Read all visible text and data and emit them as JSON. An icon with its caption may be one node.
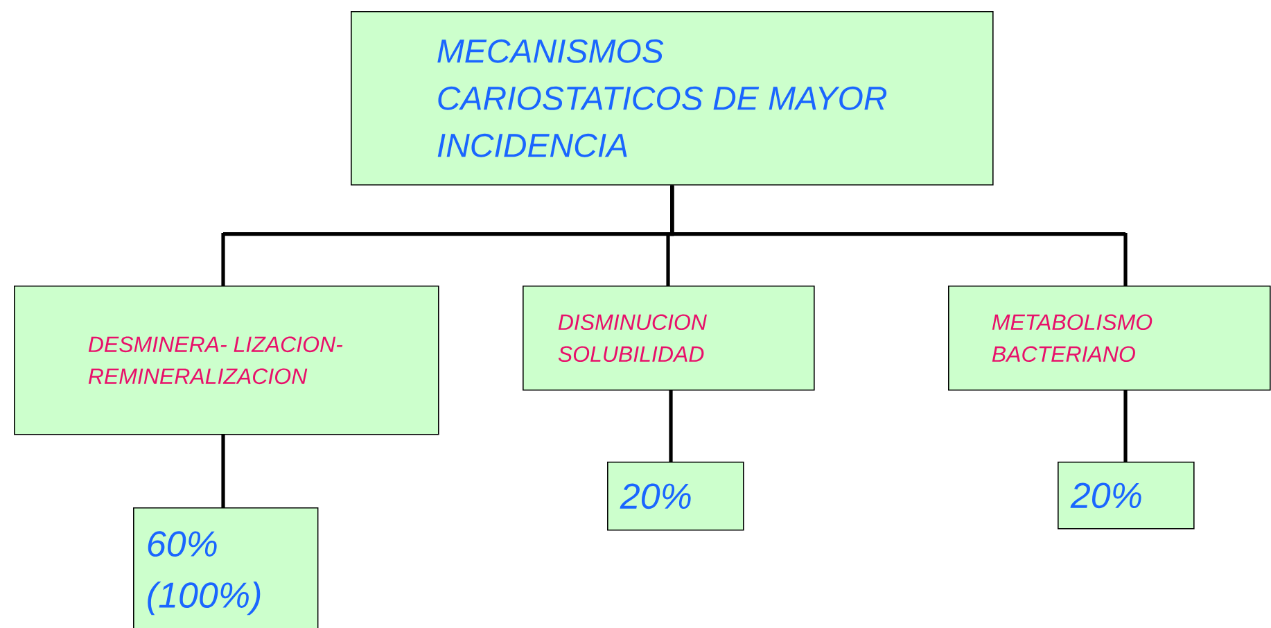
{
  "diagram": {
    "nodes": [
      {
        "text": [
          "MECANISMOS CARIOSTATICOS DE MAYOR INCIDENCIA"
        ]
      },
      {
        "text": [
          "DESMINERA- LIZACION- REMINERALIZACION"
        ]
      },
      {
        "text": [
          "DISMINUCION SOLUBILIDAD"
        ]
      },
      {
        "text": [
          "METABOLISMO BACTERIANO"
        ]
      },
      {
        "text": [
          "60% (100%)"
        ]
      },
      {
        "text": [
          "20%"
        ]
      },
      {
        "text": [
          "20%"
        ]
      }
    ],
    "edges": [
      {
        "from": 0,
        "to": 1,
        "arrow": "none"
      },
      {
        "from": 0,
        "to": 2,
        "arrow": "none"
      },
      {
        "from": 0,
        "to": 3,
        "arrow": "none"
      },
      {
        "from": 1,
        "to": 4,
        "arrow": "none"
      },
      {
        "from": 2,
        "to": 5,
        "arrow": "none"
      },
      {
        "from": 3,
        "to": 6,
        "arrow": "none"
      }
    ]
  }
}
